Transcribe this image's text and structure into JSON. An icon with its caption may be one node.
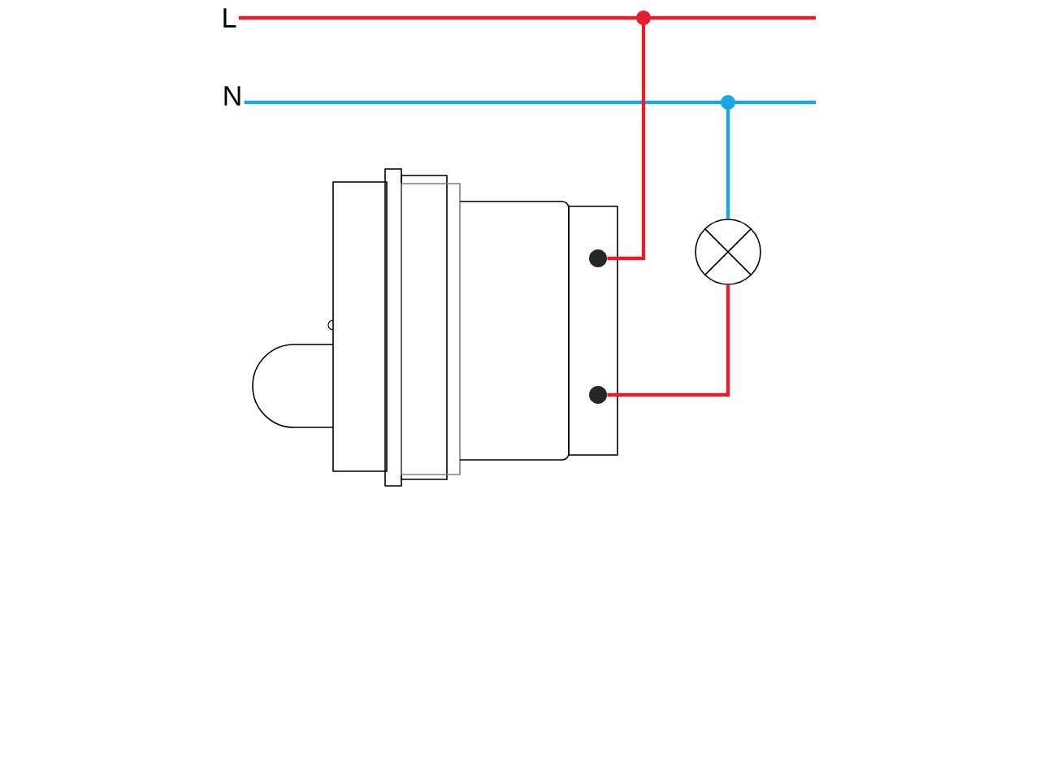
{
  "diagram": {
    "nodes": [
      {
        "text": [
          "L"
        ]
      },
      {
        "text": [
          "N"
        ]
      },
      {
        "text": [],
        "shape": "circle"
      },
      {
        "text": [],
        "shape": "circle"
      },
      {
        "text": [],
        "shape": "picture"
      },
      {
        "text": [],
        "shape": "circle",
        "in": 4
      },
      {
        "text": [],
        "shape": "circle",
        "in": 4
      },
      {
        "text": [],
        "shape": "circle"
      }
    ],
    "edges": [
      {
        "from": 0,
        "to": 2,
        "arrow": "none",
        "color": "#e3202a"
      },
      {
        "from": 2,
        "to": null,
        "arrow": "none",
        "color": "#e3202a"
      },
      {
        "from": 1,
        "to": 3,
        "arrow": "none",
        "color": "#1aa7e0"
      },
      {
        "from": 3,
        "to": null,
        "arrow": "none",
        "color": "#1aa7e0"
      },
      {
        "from": 2,
        "to": 5,
        "arrow": "none",
        "color": "#e3202a"
      },
      {
        "from": 3,
        "to": 7,
        "arrow": "none",
        "color": "#1aa7e0"
      },
      {
        "from": 7,
        "to": 6,
        "arrow": "none",
        "color": "#e3202a"
      }
    ]
  }
}
